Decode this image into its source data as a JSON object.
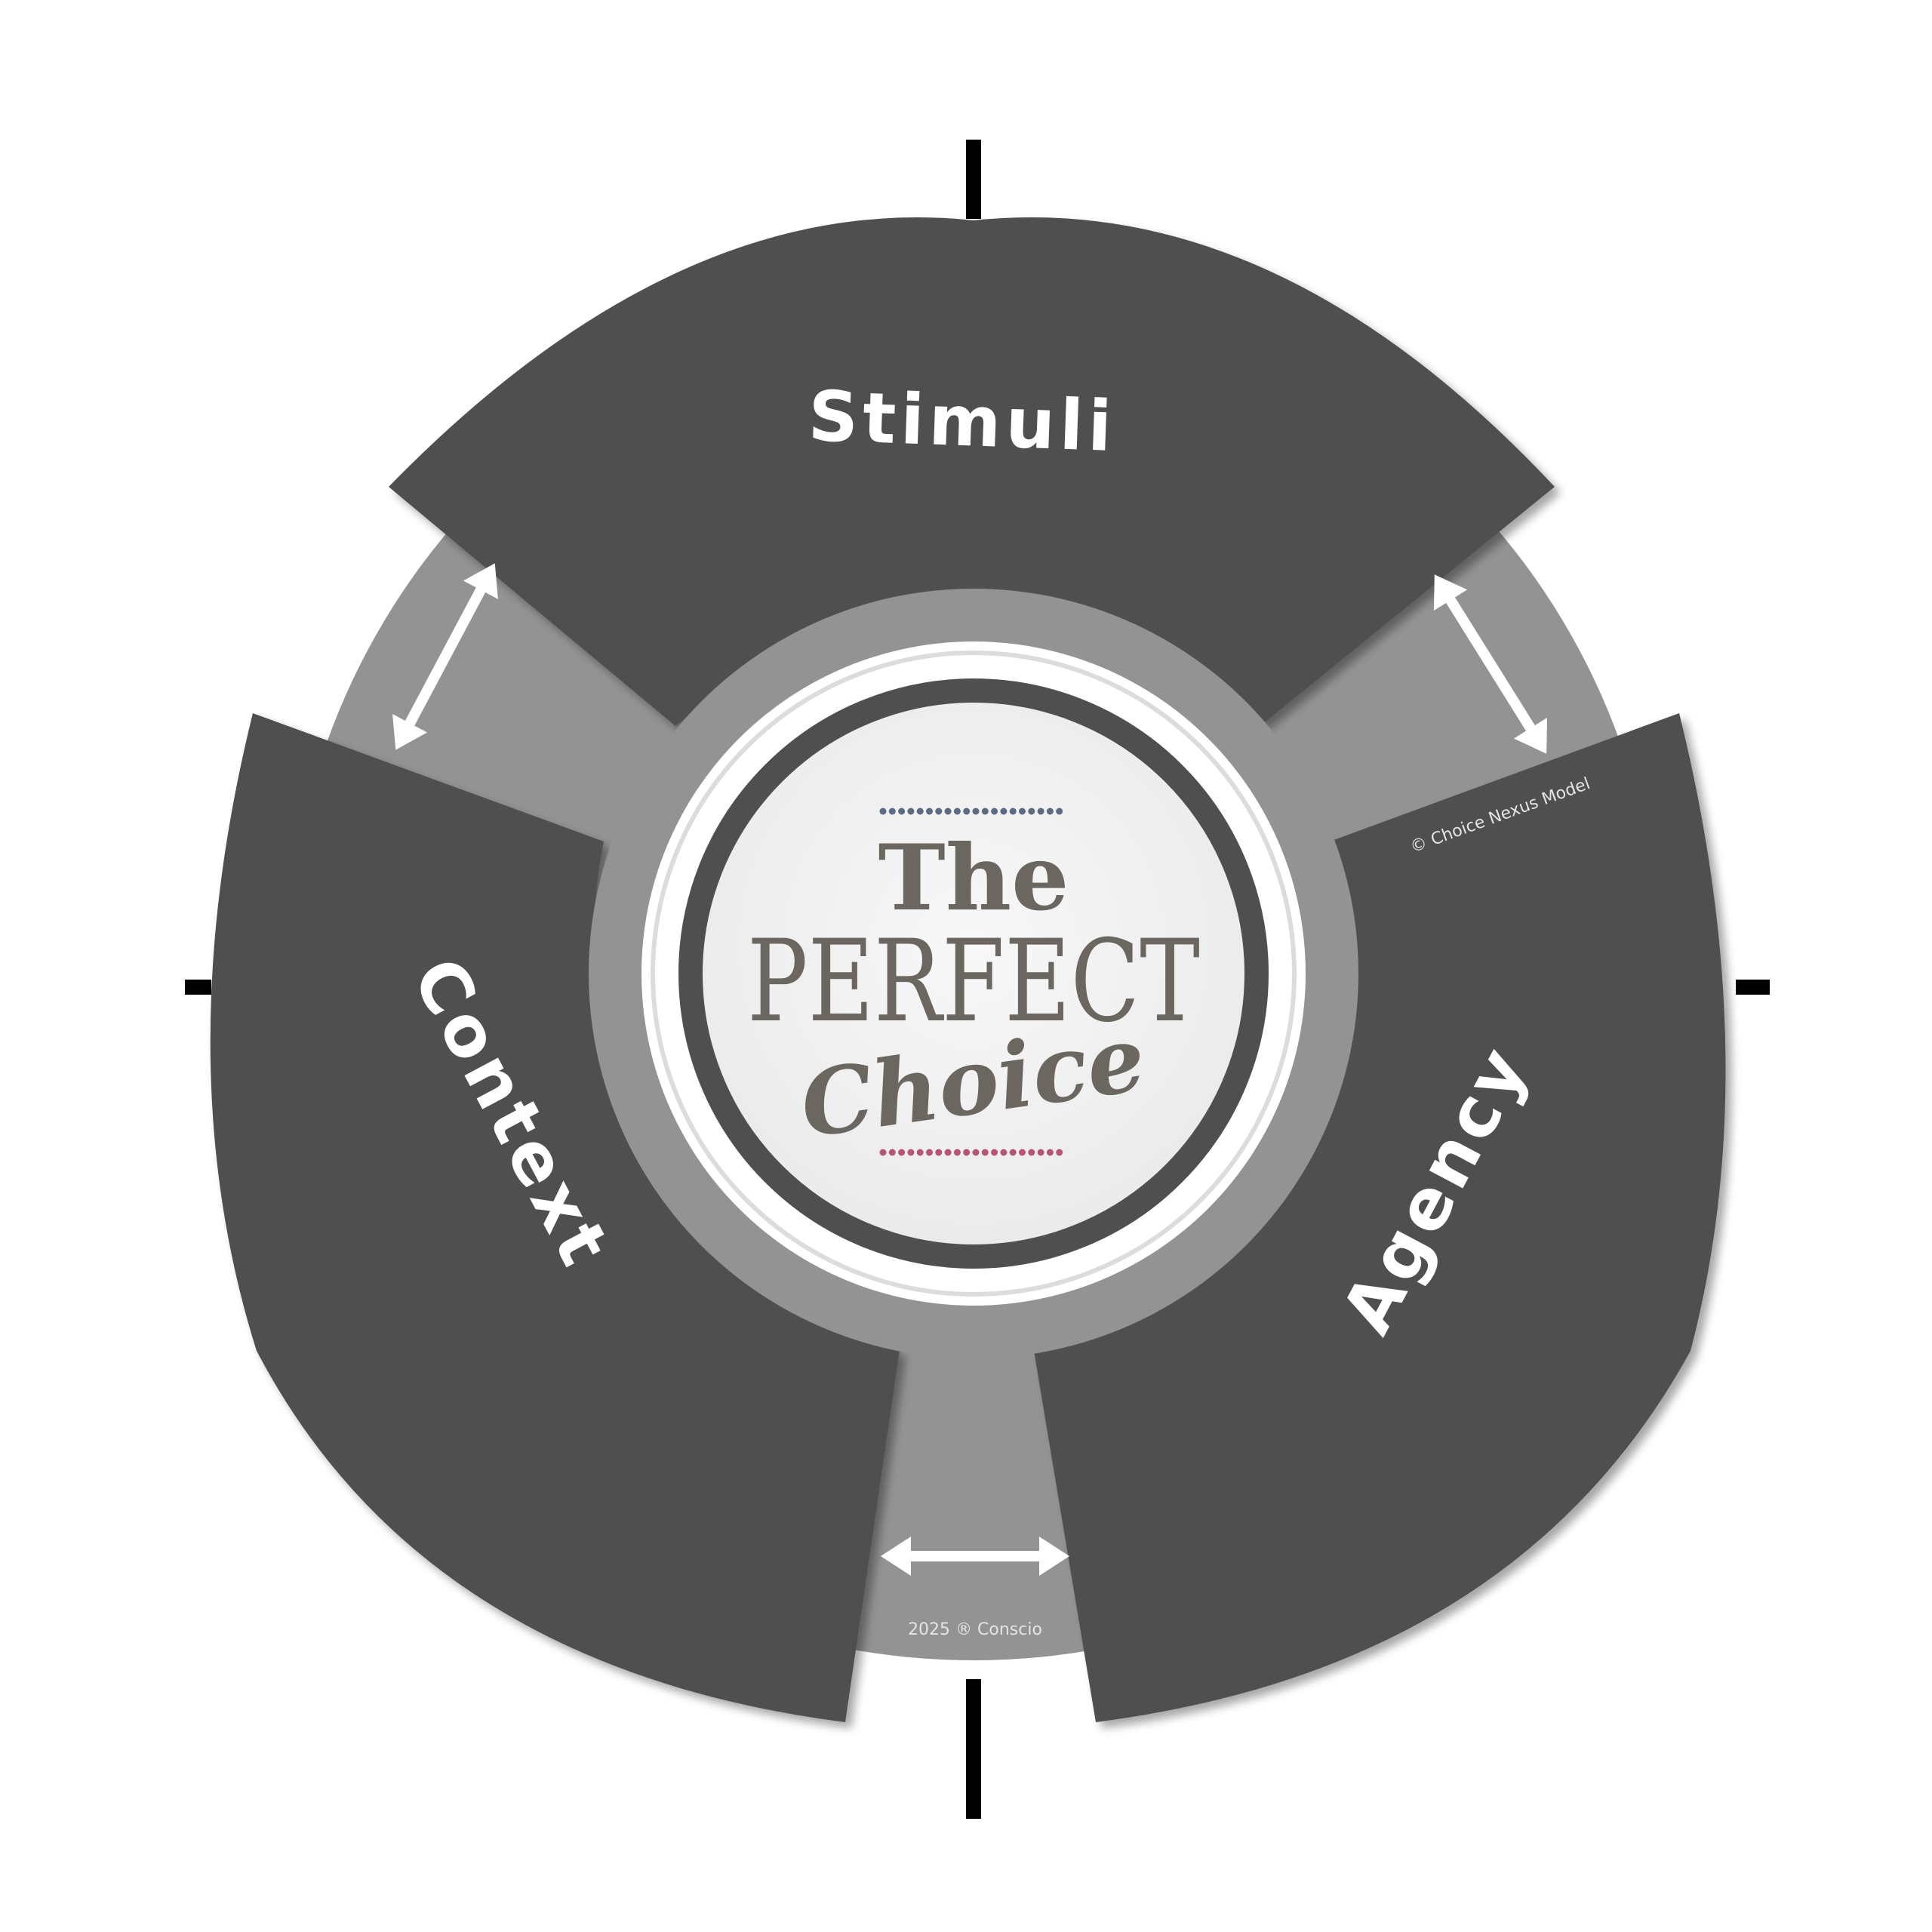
{
  "segments": {
    "top": "Stimuli",
    "left": "Context",
    "right": "Agency"
  },
  "center": {
    "line1": "The",
    "line2": "PERFECT",
    "line3": "Choice"
  },
  "footer": {
    "model_credit": "© Choice Nexus Model",
    "copyright": "2025 ® Conscio"
  },
  "colors": {
    "segment": "#505050",
    "ring": "#939393",
    "dots_top": "#5b6b82",
    "dots_bottom": "#b35676",
    "center_text": "#6c6661"
  }
}
